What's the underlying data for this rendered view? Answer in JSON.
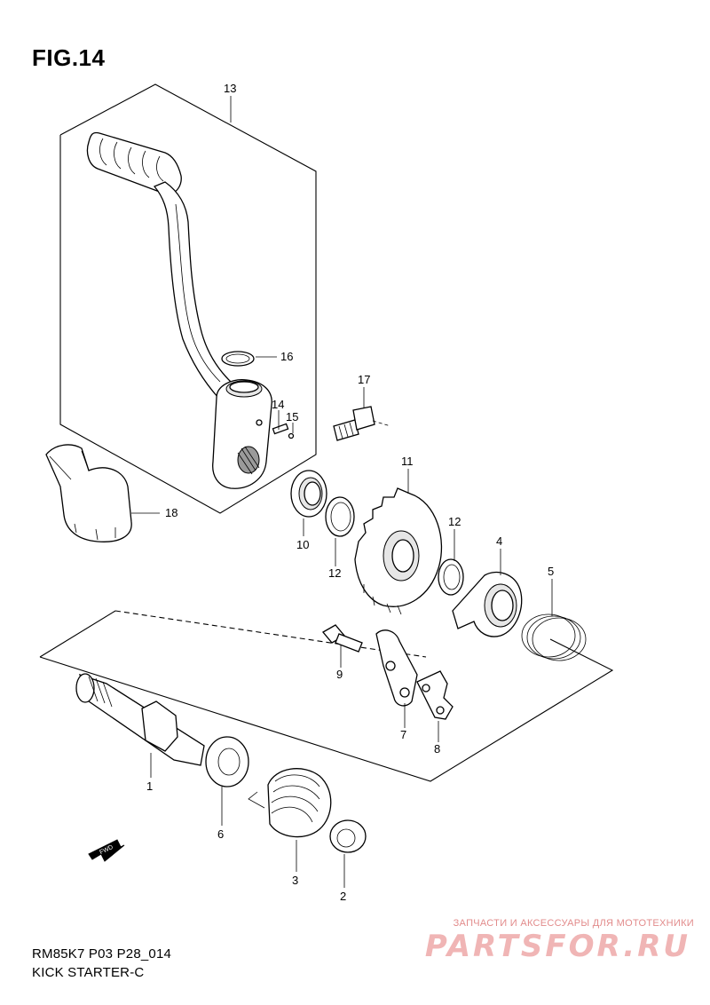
{
  "figure": {
    "title": "FIG.14",
    "model_code": "RM85K7 P03 P28_014",
    "name": "KICK STARTER-C"
  },
  "fwd_marker": "FWD",
  "watermark": {
    "tagline": "ЗАПЧАСТИ И АКСЕССУАРЫ ДЛЯ МОТОТЕХНИКИ",
    "brand": "PARTSFOR.RU"
  },
  "callouts": [
    {
      "id": "c13",
      "label": "13"
    },
    {
      "id": "c16",
      "label": "16"
    },
    {
      "id": "c17",
      "label": "17"
    },
    {
      "id": "c14",
      "label": "14"
    },
    {
      "id": "c15",
      "label": "15"
    },
    {
      "id": "c18",
      "label": "18"
    },
    {
      "id": "c11",
      "label": "11"
    },
    {
      "id": "c10",
      "label": "10"
    },
    {
      "id": "c12a",
      "label": "12"
    },
    {
      "id": "c12b",
      "label": "12"
    },
    {
      "id": "c4",
      "label": "4"
    },
    {
      "id": "c5",
      "label": "5"
    },
    {
      "id": "c9",
      "label": "9"
    },
    {
      "id": "c7",
      "label": "7"
    },
    {
      "id": "c8",
      "label": "8"
    },
    {
      "id": "c1",
      "label": "1"
    },
    {
      "id": "c6",
      "label": "6"
    },
    {
      "id": "c3",
      "label": "3"
    },
    {
      "id": "c2",
      "label": "2"
    }
  ]
}
